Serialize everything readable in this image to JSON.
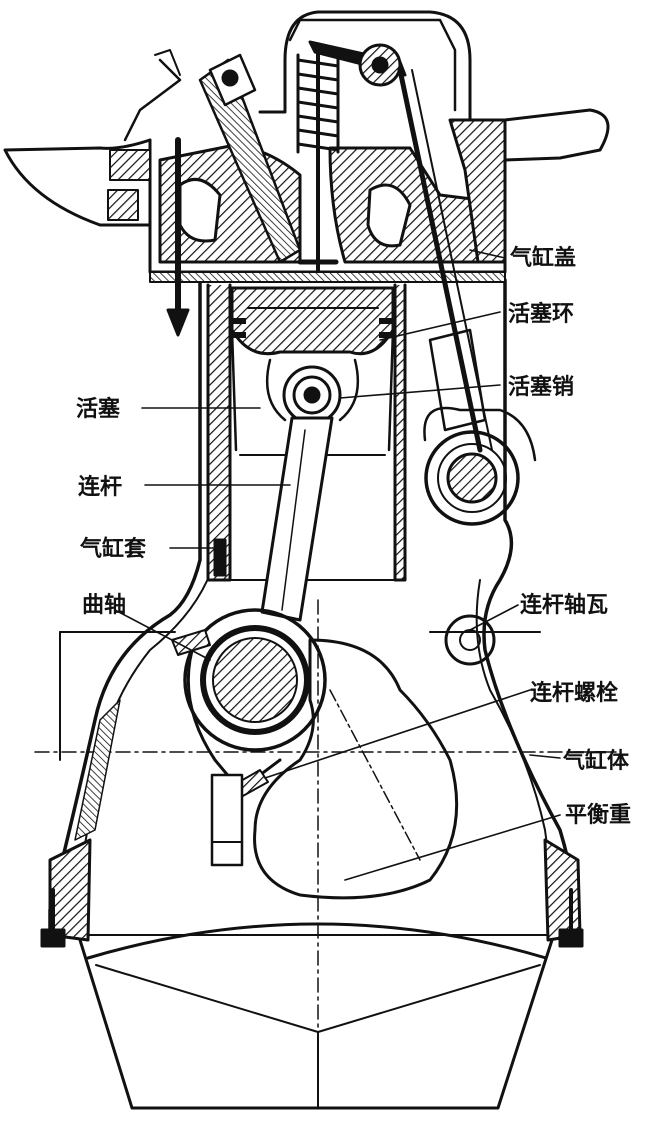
{
  "diagram": {
    "labels_right": {
      "cylinder_head": "气缸盖",
      "piston_ring": "活塞环",
      "piston_pin": "活塞销",
      "conrod_bearing": "连杆轴瓦",
      "conrod_bolt": "连杆螺栓",
      "cylinder_block": "气缸体",
      "counterweight": "平衡重"
    },
    "labels_left": {
      "piston": "活塞",
      "connecting_rod": "连杆",
      "cylinder_liner": "气缸套",
      "crankshaft": "曲轴"
    },
    "colors": {
      "ink": "#111111",
      "paper": "#ffffff"
    }
  }
}
